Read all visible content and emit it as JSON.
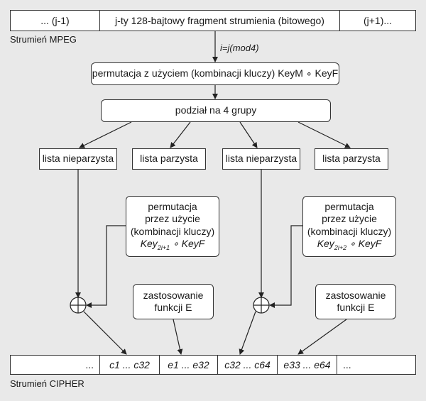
{
  "mpeg_stream": {
    "cells": [
      "... (j-1)",
      "j-ty 128-bajtowy fragment strumienia (bitowego)",
      "(j+1)..."
    ],
    "label": "Strumień MPEG"
  },
  "index_formula": "i=j(mod4)",
  "permutation_box": "permutacja z użyciem (kombinacji kluczy) KeyM ∘ KeyF",
  "split_box": "podział na 4 grupy",
  "groups": [
    "lista nieparzysta",
    "lista parzysta",
    "lista nieparzysta",
    "lista parzysta"
  ],
  "key_permutation_left": {
    "line1": "permutacja",
    "line2": "przez użycie",
    "line3": "(kombinacji kluczy)",
    "key": "Key",
    "sub": "2i+1",
    "tail": " ∘ KeyF"
  },
  "key_permutation_right": {
    "line1": "permutacja",
    "line2": "przez użycie",
    "line3": "(kombinacji kluczy)",
    "key": "Key",
    "sub": "2i+2",
    "tail": " ∘ KeyF"
  },
  "function_box_left": {
    "line1": "zastosowanie",
    "line2": "funkcji E"
  },
  "function_box_right": {
    "line1": "zastosowanie",
    "line2": "funkcji E"
  },
  "cipher_stream": {
    "cells": [
      "...",
      "c1 ... c32",
      "e1 ... e32",
      "c32 ... c64",
      "e33 ... e64",
      "..."
    ],
    "label": "Strumień CIPHER"
  }
}
